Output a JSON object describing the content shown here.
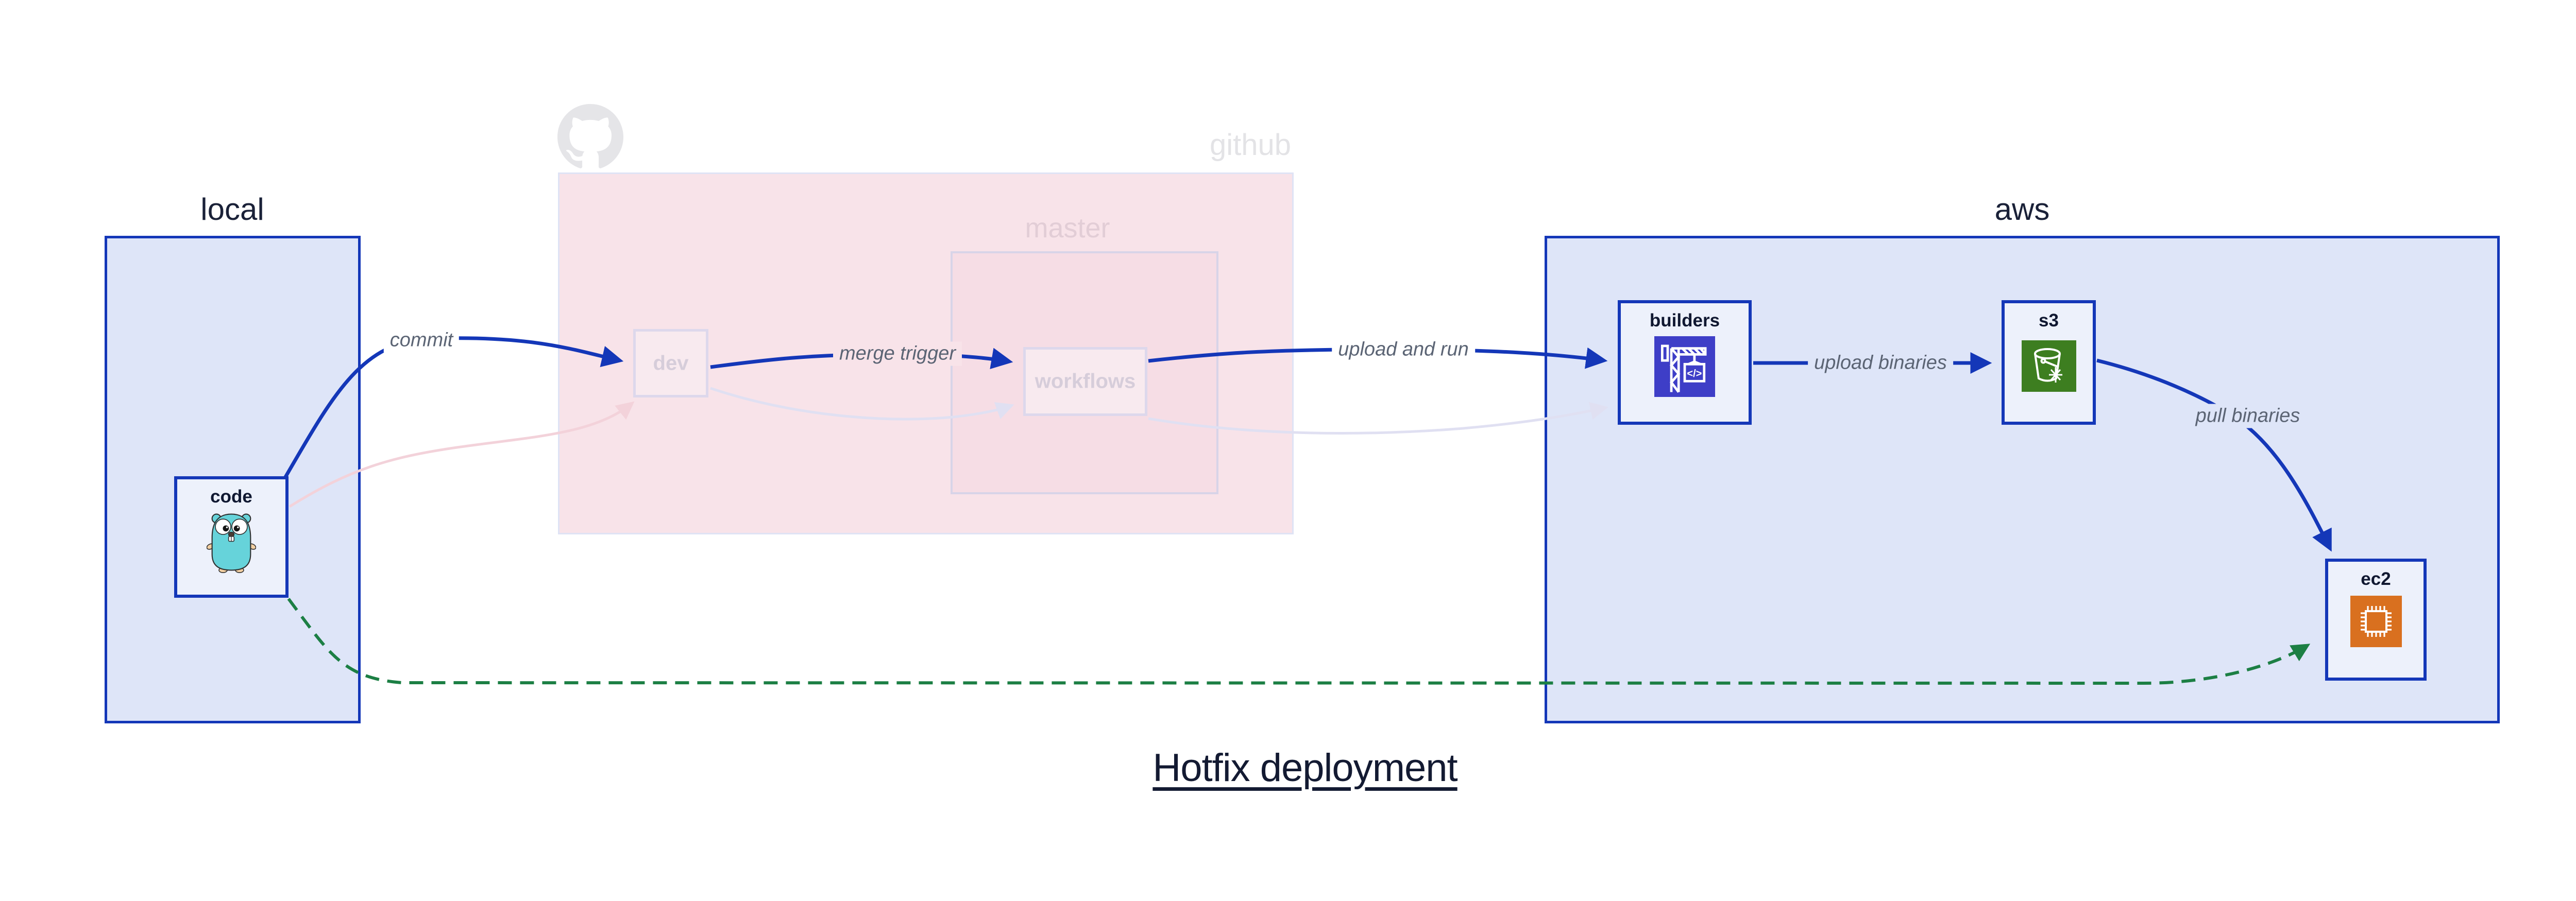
{
  "diagram": {
    "title": "Hotfix deployment",
    "zones": {
      "local": {
        "label": "local"
      },
      "github": {
        "label": "github",
        "state": "faded"
      },
      "master": {
        "label": "master",
        "state": "faded"
      },
      "aws": {
        "label": "aws"
      }
    },
    "nodes": {
      "code": {
        "label": "code",
        "icon": "go-gopher-icon"
      },
      "dev": {
        "label": "dev",
        "state": "faded"
      },
      "workflows": {
        "label": "workflows",
        "state": "faded"
      },
      "builders": {
        "label": "builders",
        "icon": "codebuild-crane-icon"
      },
      "s3": {
        "label": "s3",
        "icon": "s3-glacier-bucket-icon"
      },
      "ec2": {
        "label": "ec2",
        "icon": "ec2-chip-icon"
      }
    },
    "edges": {
      "commit": {
        "label": "commit",
        "from": "code",
        "to": "dev",
        "style": "blue-solid"
      },
      "merge_trigger": {
        "label": "merge trigger",
        "from": "dev",
        "to": "workflows",
        "style": "blue-solid"
      },
      "upload_and_run": {
        "label": "upload and run",
        "from": "workflows",
        "to": "builders",
        "style": "blue-solid"
      },
      "upload_binaries": {
        "label": "upload binaries",
        "from": "builders",
        "to": "s3",
        "style": "blue-solid"
      },
      "pull_binaries": {
        "label": "pull binaries",
        "from": "s3",
        "to": "ec2",
        "style": "blue-solid"
      },
      "hotfix_deploy": {
        "label": "",
        "from": "code",
        "to": "ec2",
        "style": "green-dashed"
      },
      "faded_commit": {
        "label": "",
        "from": "code",
        "to": "dev",
        "style": "faded-pink"
      },
      "faded_merge": {
        "label": "",
        "from": "dev",
        "to": "workflows",
        "style": "faded-lavender"
      },
      "faded_upload": {
        "label": "",
        "from": "workflows",
        "to": "builders",
        "style": "faded-lavender"
      }
    },
    "colors": {
      "arrow_blue": "#1437b8",
      "arrow_green": "#1c7f44",
      "arrow_faded_pink": "#f3d2da",
      "arrow_faded_lavender": "#e0e0f2",
      "zone_blue_fill": "#dee5f8",
      "zone_pink_fill": "#f8e3e9",
      "node_fill": "#edf1fb",
      "builders_icon_bg": "#3e3ec7",
      "s3_icon_bg": "#3d7e20",
      "ec2_icon_bg": "#d9701f",
      "gopher_body": "#66d3da",
      "label_gray": "#5b6474",
      "title_color": "#131a32"
    }
  }
}
